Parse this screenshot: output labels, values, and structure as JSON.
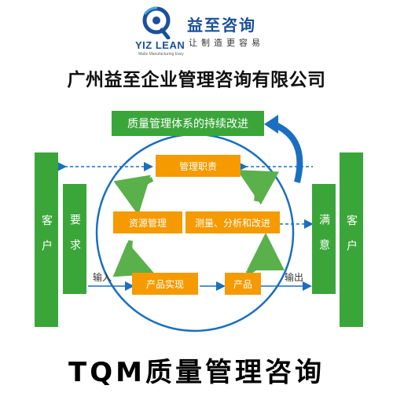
{
  "logo": {
    "name_en": "YIZ LEAN",
    "tagline_en": "Make Manufacturing Easy"
  },
  "brand": {
    "name_cn": "益至咨询",
    "slogan_cn": "让制造更容易"
  },
  "company_name": "广州益至企业管理咨询有限公司",
  "diagram": {
    "improvement": "质量管理体系的持续改进",
    "mgmt_responsibility": "管理职责",
    "resource_mgmt": "资源管理",
    "measurement": "测量、分析和改进",
    "product_realization": "产品实现",
    "product": "产品",
    "customer_left": "客户",
    "requirement": "要求",
    "satisfaction": "满意",
    "customer_right": "客户",
    "input": "输入",
    "output": "输出"
  },
  "colors": {
    "green": "#3aa63a",
    "orange": "#f59a00",
    "blue": "#1a6fc0"
  },
  "bottom_title": "TQM质量管理咨询"
}
